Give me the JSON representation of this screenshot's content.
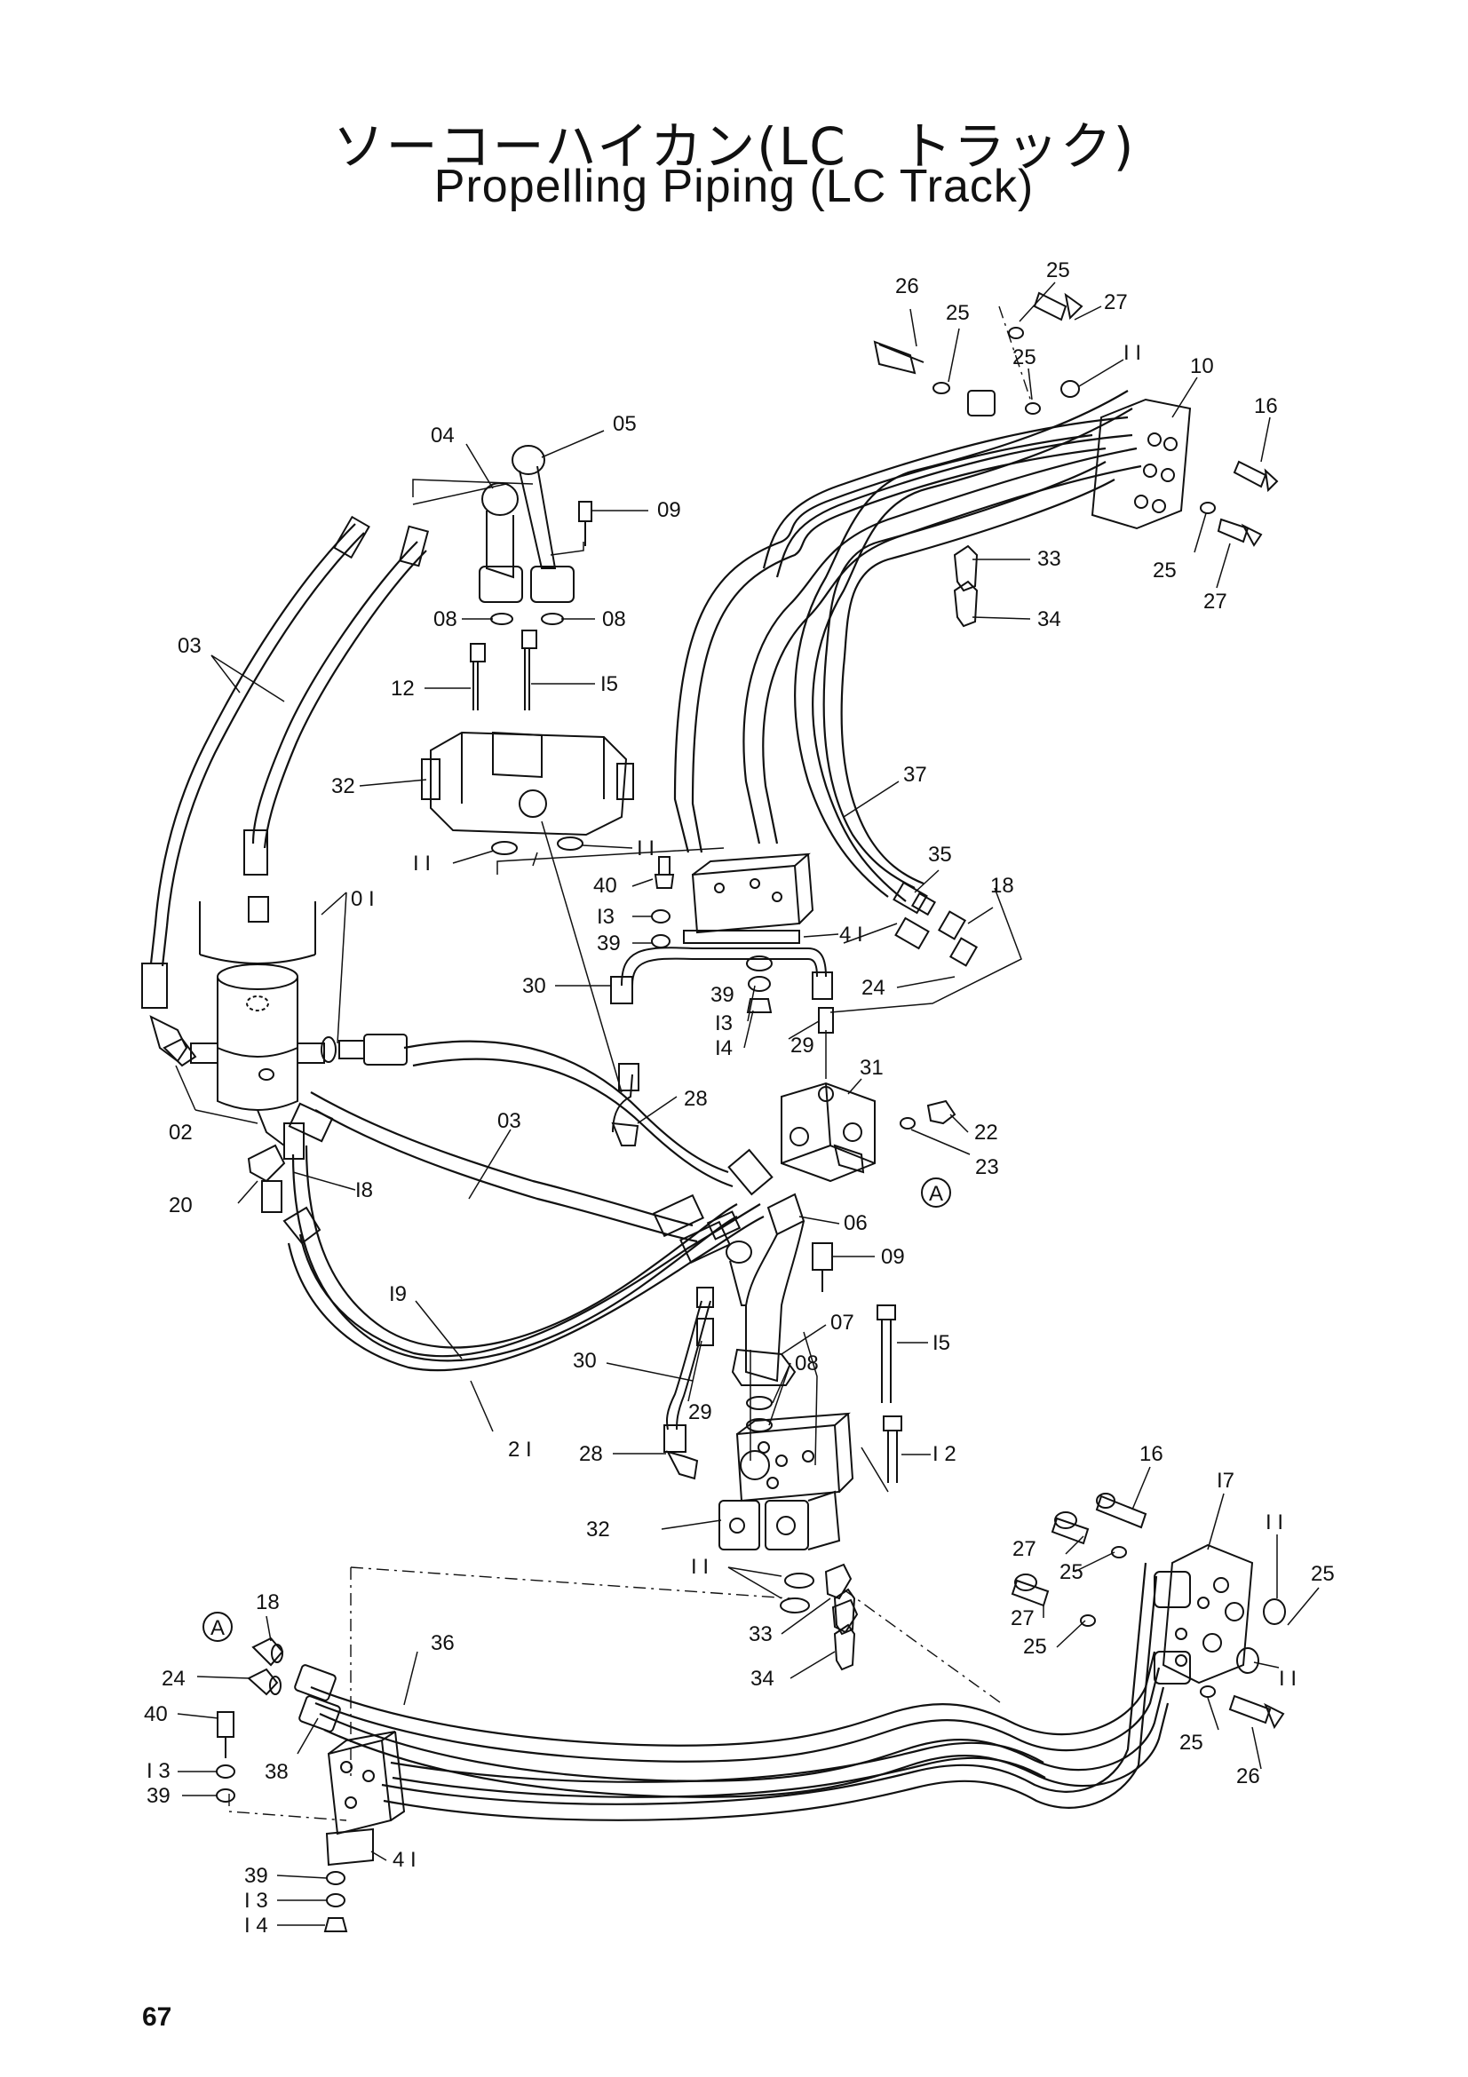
{
  "title": {
    "japanese": "ソーコーハイカン(LC　トラック)",
    "english": "Propelling Piping (LC Track)"
  },
  "page_number": "67",
  "callouts": [
    {
      "id": "c26a",
      "label": "26"
    },
    {
      "id": "c25a",
      "label": "25"
    },
    {
      "id": "c25b",
      "label": "25"
    },
    {
      "id": "c27a",
      "label": "27"
    },
    {
      "id": "c25c",
      "label": "25"
    },
    {
      "id": "c11a",
      "label": "I I"
    },
    {
      "id": "c10",
      "label": "10"
    },
    {
      "id": "c16a",
      "label": "16"
    },
    {
      "id": "c04",
      "label": "04"
    },
    {
      "id": "c05",
      "label": "05"
    },
    {
      "id": "c09a",
      "label": "09"
    },
    {
      "id": "c33a",
      "label": "33"
    },
    {
      "id": "c25d",
      "label": "25"
    },
    {
      "id": "c27b",
      "label": "27"
    },
    {
      "id": "c34a",
      "label": "34"
    },
    {
      "id": "c08a",
      "label": "08"
    },
    {
      "id": "c08b",
      "label": "08"
    },
    {
      "id": "c03a",
      "label": "03"
    },
    {
      "id": "c12a",
      "label": "12"
    },
    {
      "id": "c15a",
      "label": "I5"
    },
    {
      "id": "c32a",
      "label": "32"
    },
    {
      "id": "c37",
      "label": "37"
    },
    {
      "id": "c11b",
      "label": "I I"
    },
    {
      "id": "c11c",
      "label": "I I"
    },
    {
      "id": "c35",
      "label": "35"
    },
    {
      "id": "c18a",
      "label": "18"
    },
    {
      "id": "c40a",
      "label": "40"
    },
    {
      "id": "c13a",
      "label": "I3"
    },
    {
      "id": "c41a",
      "label": "4 I"
    },
    {
      "id": "c39a",
      "label": "39"
    },
    {
      "id": "c01",
      "label": "0 I"
    },
    {
      "id": "c30a",
      "label": "30"
    },
    {
      "id": "c39b",
      "label": "39"
    },
    {
      "id": "c24a",
      "label": "24"
    },
    {
      "id": "c13b",
      "label": "I3"
    },
    {
      "id": "c14a",
      "label": "I4"
    },
    {
      "id": "c29a",
      "label": "29"
    },
    {
      "id": "c31",
      "label": "31"
    },
    {
      "id": "c28a",
      "label": "28"
    },
    {
      "id": "c22",
      "label": "22"
    },
    {
      "id": "c02",
      "label": "02"
    },
    {
      "id": "c03b",
      "label": "03"
    },
    {
      "id": "c23",
      "label": "23"
    },
    {
      "id": "cA1",
      "label": "A"
    },
    {
      "id": "c20",
      "label": "20"
    },
    {
      "id": "c18b",
      "label": "I8"
    },
    {
      "id": "c06",
      "label": "06"
    },
    {
      "id": "c09b",
      "label": "09"
    },
    {
      "id": "c19",
      "label": "I9"
    },
    {
      "id": "c07",
      "label": "07"
    },
    {
      "id": "c15b",
      "label": "I5"
    },
    {
      "id": "c30b",
      "label": "30"
    },
    {
      "id": "c08c",
      "label": "08"
    },
    {
      "id": "c29b",
      "label": "29"
    },
    {
      "id": "c21",
      "label": "2 I"
    },
    {
      "id": "c28b",
      "label": "28"
    },
    {
      "id": "c12b",
      "label": "I 2"
    },
    {
      "id": "c16b",
      "label": "16"
    },
    {
      "id": "c17",
      "label": "I7"
    },
    {
      "id": "c32b",
      "label": "32"
    },
    {
      "id": "c11d",
      "label": "I I"
    },
    {
      "id": "c27c",
      "label": "27"
    },
    {
      "id": "c25e",
      "label": "25"
    },
    {
      "id": "c25f",
      "label": "25"
    },
    {
      "id": "c11e",
      "label": "I I"
    },
    {
      "id": "c27d",
      "label": "27"
    },
    {
      "id": "c25g",
      "label": "25"
    },
    {
      "id": "c33b",
      "label": "33"
    },
    {
      "id": "cA2",
      "label": "A"
    },
    {
      "id": "c18c",
      "label": "18"
    },
    {
      "id": "c36",
      "label": "36"
    },
    {
      "id": "c34b",
      "label": "34"
    },
    {
      "id": "c11f",
      "label": "I I"
    },
    {
      "id": "c24b",
      "label": "24"
    },
    {
      "id": "c25h",
      "label": "25"
    },
    {
      "id": "c40b",
      "label": "40"
    },
    {
      "id": "c26b",
      "label": "26"
    },
    {
      "id": "c13c",
      "label": "I 3"
    },
    {
      "id": "c38",
      "label": "38"
    },
    {
      "id": "c39c",
      "label": "39"
    },
    {
      "id": "c41b",
      "label": "4 I"
    },
    {
      "id": "c39d",
      "label": "39"
    },
    {
      "id": "c13d",
      "label": "I 3"
    },
    {
      "id": "c14b",
      "label": "I 4"
    }
  ]
}
